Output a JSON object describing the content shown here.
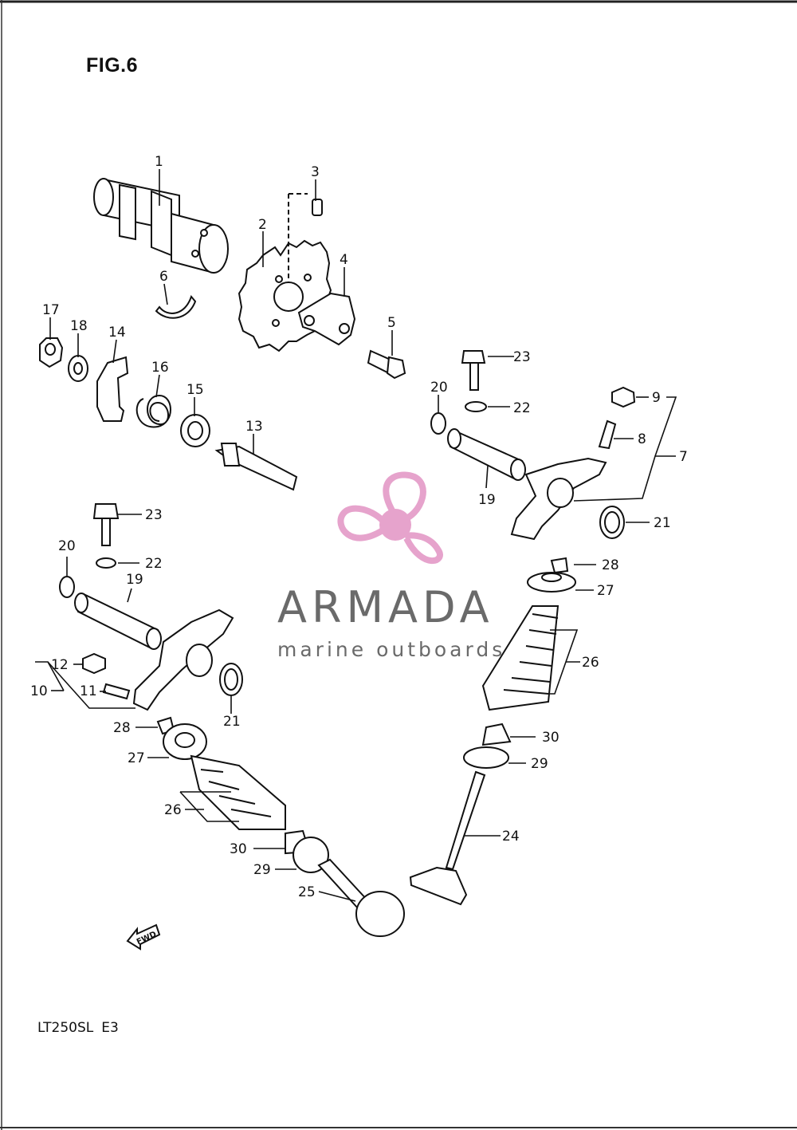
{
  "figure": {
    "title": "FIG.6",
    "model": "LT250SL",
    "region": "E3",
    "fwd_label": "FWD"
  },
  "watermark": {
    "brand": "ARMADA",
    "tagline": "marine outboards"
  },
  "callouts": [
    "1",
    "2",
    "3",
    "4",
    "5",
    "6",
    "7",
    "8",
    "9",
    "10",
    "11",
    "12",
    "13",
    "14",
    "15",
    "16",
    "17",
    "18",
    "19",
    "20",
    "21",
    "22",
    "23",
    "24",
    "25",
    "26",
    "27",
    "28",
    "29",
    "30"
  ]
}
